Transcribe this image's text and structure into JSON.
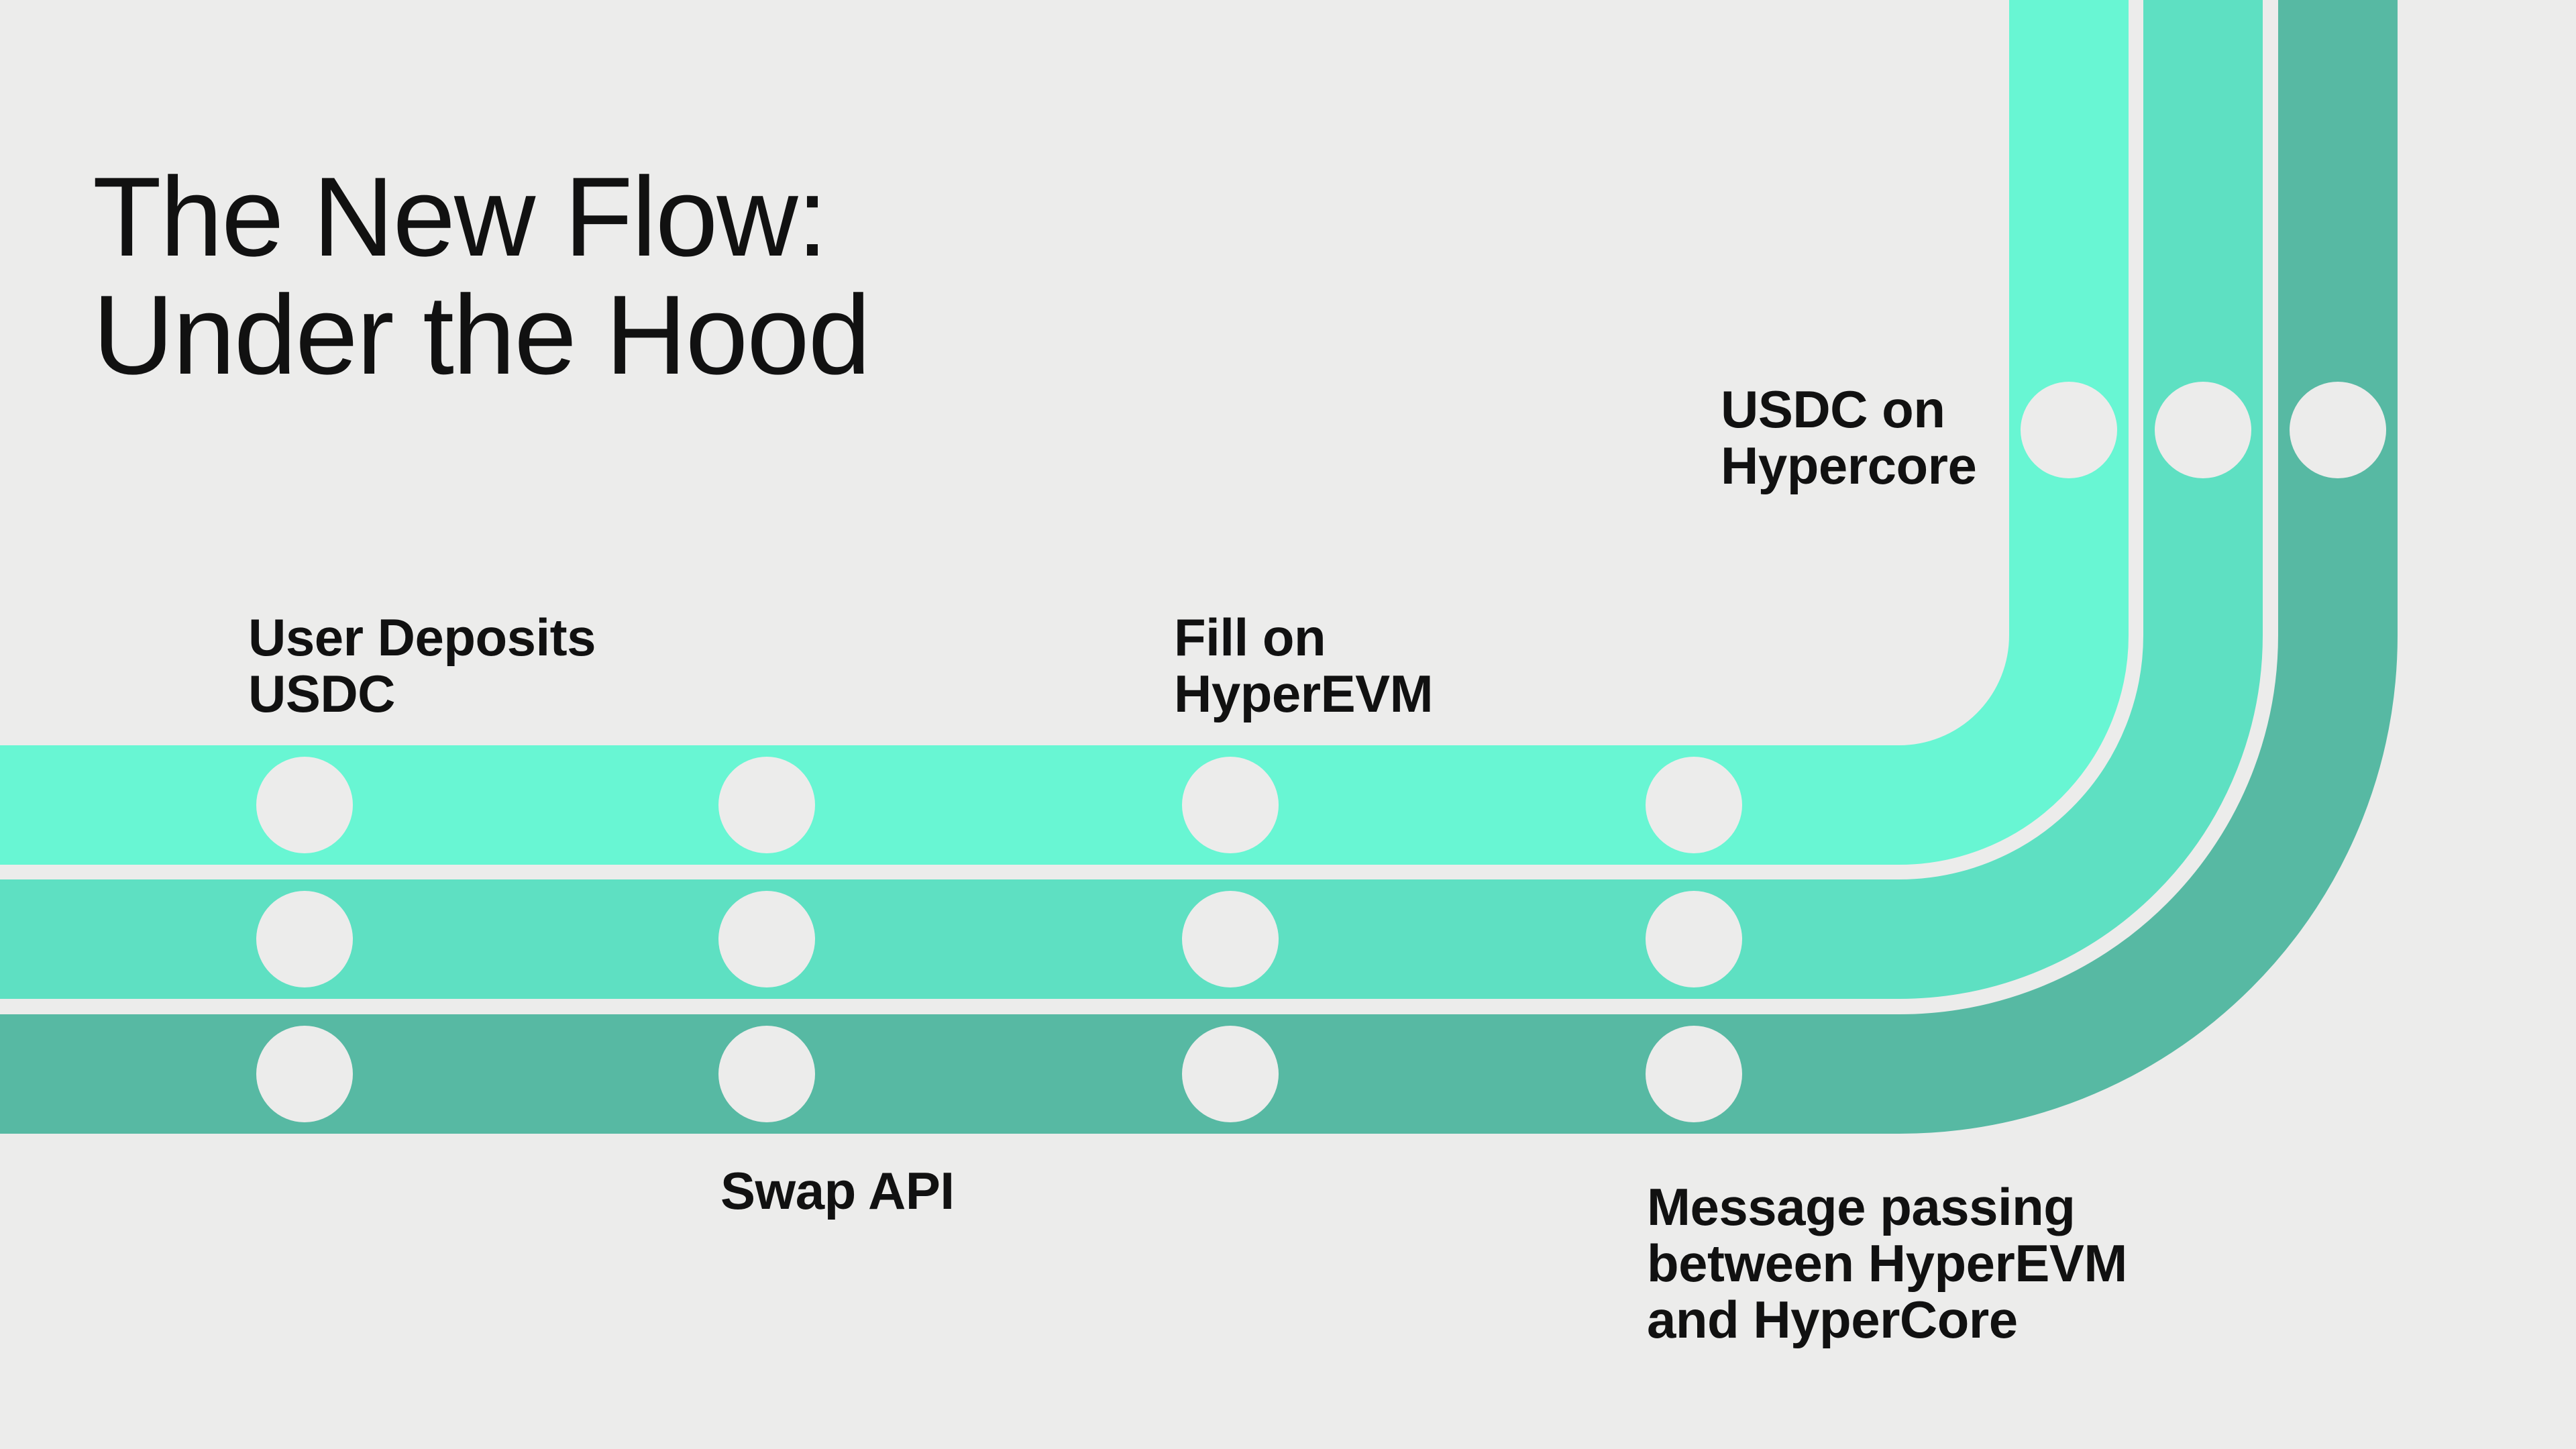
{
  "title": "The New Flow:\nUnder the Hood",
  "colors": {
    "background": "#ececeb",
    "text": "#111111",
    "station": "#ececeb",
    "track_usdc": "#68f6d3",
    "track_fill": "#5ee0c2",
    "track_message": "#57b9a3"
  },
  "tracks": [
    {
      "name": "usdc-deposit-track",
      "color": "#68f6d3"
    },
    {
      "name": "swap-fill-track",
      "color": "#5ee0c2"
    },
    {
      "name": "message-passing-track",
      "color": "#57b9a3"
    }
  ],
  "labels": {
    "user_deposits": "User Deposits\nUSDC",
    "fill_on_hyperevm": "Fill on\nHyperEVM",
    "usdc_on_hypercore": "USDC on\nHypercore",
    "swap_api": "Swap API",
    "message_passing": "Message passing\nbetween HyperEVM\nand HyperCore"
  }
}
